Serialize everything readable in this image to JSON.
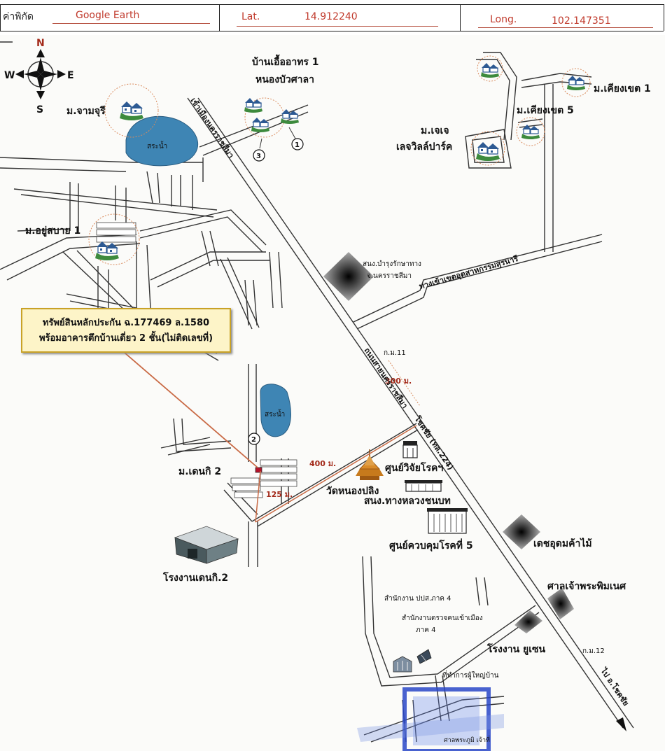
{
  "header": {
    "source_label": "ค่าพิกัด",
    "source_value": "Google Earth",
    "lat_label": "Lat.",
    "lat_value": "14.912240",
    "long_label": "Long.",
    "long_value": "102.147351"
  },
  "compass": {
    "n": "N",
    "s": "S",
    "e": "E",
    "w": "W"
  },
  "callout": {
    "line1": "ทรัพย์สินหลักประกัน ฉ.177469 ล.1580",
    "line2": "พร้อมอาคารตึกบ้านเดี่ยว 2 ชั้น(ไม่ติดเลขที่)"
  },
  "labels": {
    "ban_uea_arthorn_1": "บ้านเอื้ออาทร 1",
    "nong_bua_sala": "หนองบัวศาลา",
    "m_jamjuree": "ม.จามจุรี",
    "pond_1": "สระน้ำ",
    "pond_2": "สระน้ำ",
    "road_to_korat": "เข้าเมืองนครราชสีมา",
    "m_kiangkhet_1": "ม.เคียงเขต 1",
    "m_kiangkhet_5": "ม.เคียงเขต 5",
    "m_jj_1": "ม.เจเจ",
    "m_jj_2": "เลจวิลล์ปาร์ค",
    "m_yusabai_1": "ม.อยู่สบาย 1",
    "highway_office_1": "สนง.บำรุงรักษาทาง",
    "highway_office_2": "จ.นครราชสีมา",
    "industrial_entrance": "ทางเข้าเขตอุตสาหกรรมสุรนารี",
    "km_11": "ก.ม.11",
    "km_12": "ก.ม.12",
    "dist_300": "300 ม.",
    "dist_400": "400 ม.",
    "dist_125": "125 ม.",
    "road_main": "ถนนสายนครราชสีมา",
    "road_chokchai": "โชคชัย (ทล.224)",
    "m_dennik_2": "ม.เดนกิ 2",
    "wat_nong_pling": "วัดหนองปลิง",
    "disease_research": "ศูนย์วิจัยโรคฯ",
    "rural_roads_office": "สนง.ทางหลวงชนบท",
    "disease_control_5": "ศูนย์ควบคุมโรคที่ 5",
    "wood_trade_zone": "เดชอุดมค้าไม้",
    "factory_dennik_2": "โรงงานเดนกิ.2",
    "shrine": "ศาลเจ้าพระพิมเนศ",
    "office_pps_1": "สำนักงาน ปปส.ภาค 4",
    "immigration_1": "สำนักงานตรวจคนเข้าเมือง",
    "immigration_2": "ภาค 4",
    "factory_yusen": "โรงงาน ยูเซน",
    "village_headman": "ที่ทำการผู้ใหญ่บ้าน",
    "to_chokchai": "ไป อ.โชคชัย",
    "phra_phum_shrine": "ศาลพระภูมิ เจ้าที่",
    "num_1": "1",
    "num_2": "2",
    "num_3": "3"
  },
  "colors": {
    "header_red": "#c0392b",
    "distance_line": "#c96a45",
    "water": "#3e85b4",
    "callout_bg": "#fdf4c8",
    "house_blue": "#2d5a93",
    "house_green": "#3d8a3d",
    "stamp_blue": "#2a48c8"
  }
}
